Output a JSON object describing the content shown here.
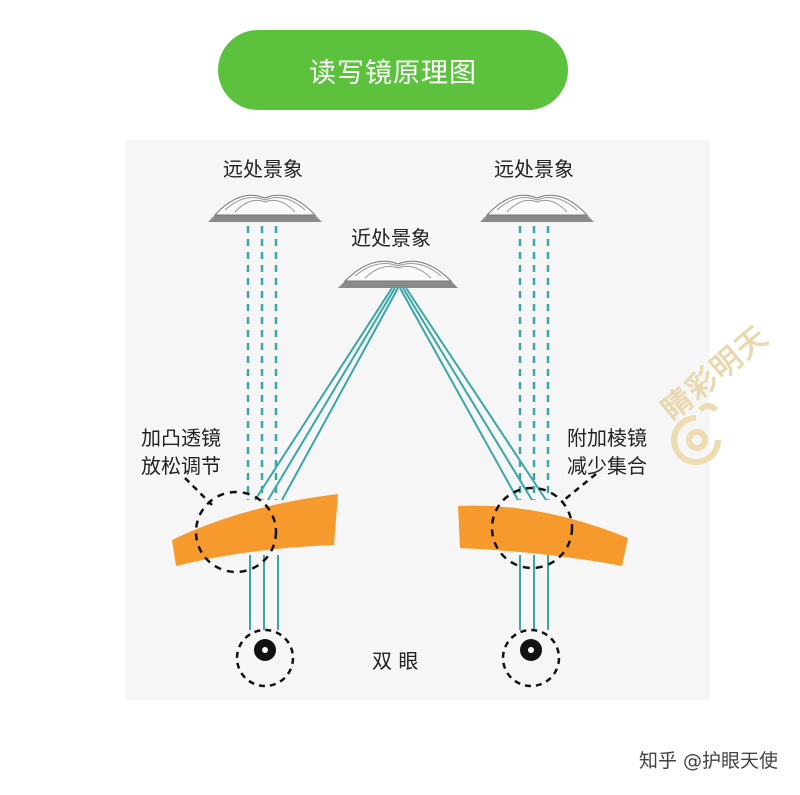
{
  "title": "读写镜原理图",
  "labels": {
    "far_left": "远处景象",
    "far_right": "远处景象",
    "near": "近处景象",
    "left_lens_line1": "加凸透镜",
    "left_lens_line2": "放松调节",
    "right_lens_line1": "附加棱镜",
    "right_lens_line2": "减少集合",
    "eyes": "双 眼"
  },
  "watermark": {
    "side": "睛彩明天",
    "footer": "知乎 @护眼天使"
  },
  "colors": {
    "banner": "#5cc23d",
    "lens": "#f79a2e",
    "ray": "#3aa6a6",
    "dashed": "#111111"
  }
}
